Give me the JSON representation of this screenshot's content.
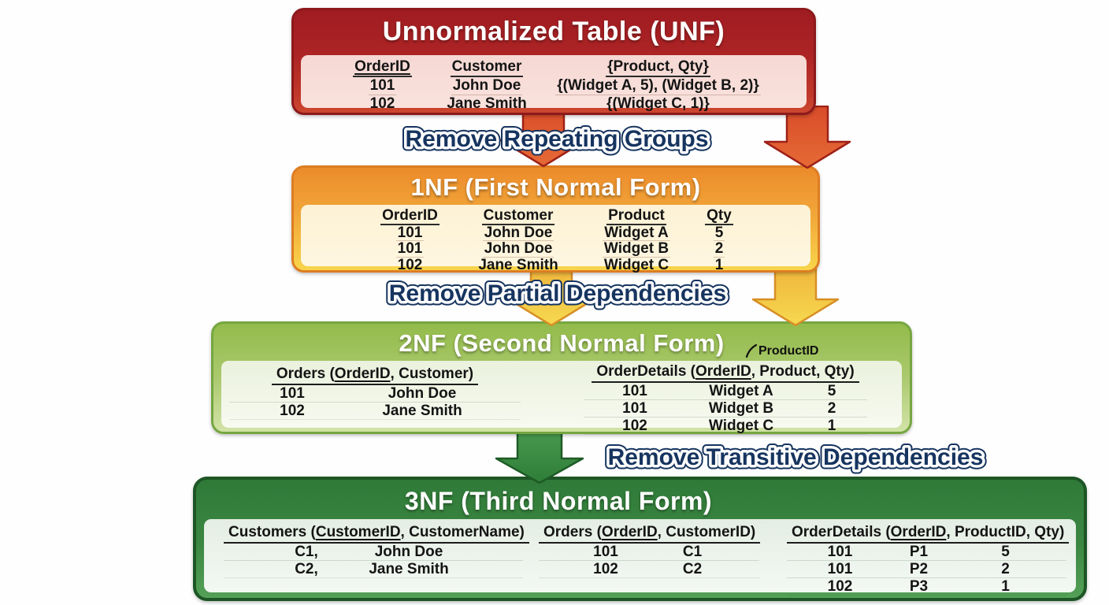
{
  "unf": {
    "title": "Unnormalized Table (UNF)",
    "table": {
      "headers": [
        "OrderID",
        "Customer",
        "{Product, Qty}"
      ],
      "rows": [
        [
          "101",
          "John Doe",
          "{(Widget A, 5), (Widget B, 2)}"
        ],
        [
          "102",
          "Jane Smith",
          "{(Widget C, 1)}"
        ]
      ]
    }
  },
  "step1_label": "Remove Repeating Groups",
  "nf1": {
    "title": "1NF (First Normal Form)",
    "table": {
      "headers": [
        "OrderID",
        "Customer",
        "Product",
        "Qty"
      ],
      "rows": [
        [
          "101",
          "John Doe",
          "Widget A",
          "5"
        ],
        [
          "101",
          "John Doe",
          "Widget B",
          "2"
        ],
        [
          "102",
          "Jane Smith",
          "Widget C",
          "1"
        ]
      ]
    }
  },
  "step2_label": "Remove Partial Dependencies",
  "nf2": {
    "title": "2NF (Second Normal Form)",
    "annotation": "ProductID",
    "orders": {
      "title_prefix": "Orders (",
      "title_key": "OrderID",
      "title_suffix": ", Customer)",
      "rows": [
        [
          "101",
          "John Doe"
        ],
        [
          "102",
          "Jane Smith"
        ]
      ]
    },
    "order_details": {
      "title_prefix": "OrderDetails (",
      "title_key": "OrderID",
      "title_suffix": ", Product, Qty)",
      "rows": [
        [
          "101",
          "Widget A",
          "5"
        ],
        [
          "101",
          "Widget B",
          "2"
        ],
        [
          "102",
          "Widget C",
          "1"
        ]
      ]
    }
  },
  "step3_label": "Remove Transitive Dependencies",
  "nf3": {
    "title": "3NF (Third Normal Form)",
    "customers": {
      "title_prefix": "Customers (",
      "title_key": "CustomerID",
      "title_suffix": ", CustomerName)",
      "rows": [
        [
          "C1,",
          "John Doe"
        ],
        [
          "C2,",
          "Jane Smith"
        ]
      ]
    },
    "orders": {
      "title_prefix": "Orders (",
      "title_key": "OrderID",
      "title_suffix": ", CustomerID)",
      "rows": [
        [
          "101",
          "C1"
        ],
        [
          "102",
          "C2"
        ]
      ]
    },
    "order_details": {
      "title_prefix": "OrderDetails (",
      "title_key": "OrderID",
      "title_suffix": ", ProductID, Qty)",
      "rows": [
        [
          "101",
          "P1",
          "5"
        ],
        [
          "101",
          "P2",
          "2"
        ],
        [
          "102",
          "P3",
          "1"
        ]
      ]
    }
  },
  "colors": {
    "unf_red": "#ad2425",
    "nf1_orange": "#f1a639",
    "nf2_green": "#abc96e",
    "nf3_dark_green": "#3c8742",
    "arrow_red": "#df5630",
    "arrow_yellow": "#f3c744",
    "arrow_green": "#3f9347",
    "label_navy": "#16345f"
  }
}
